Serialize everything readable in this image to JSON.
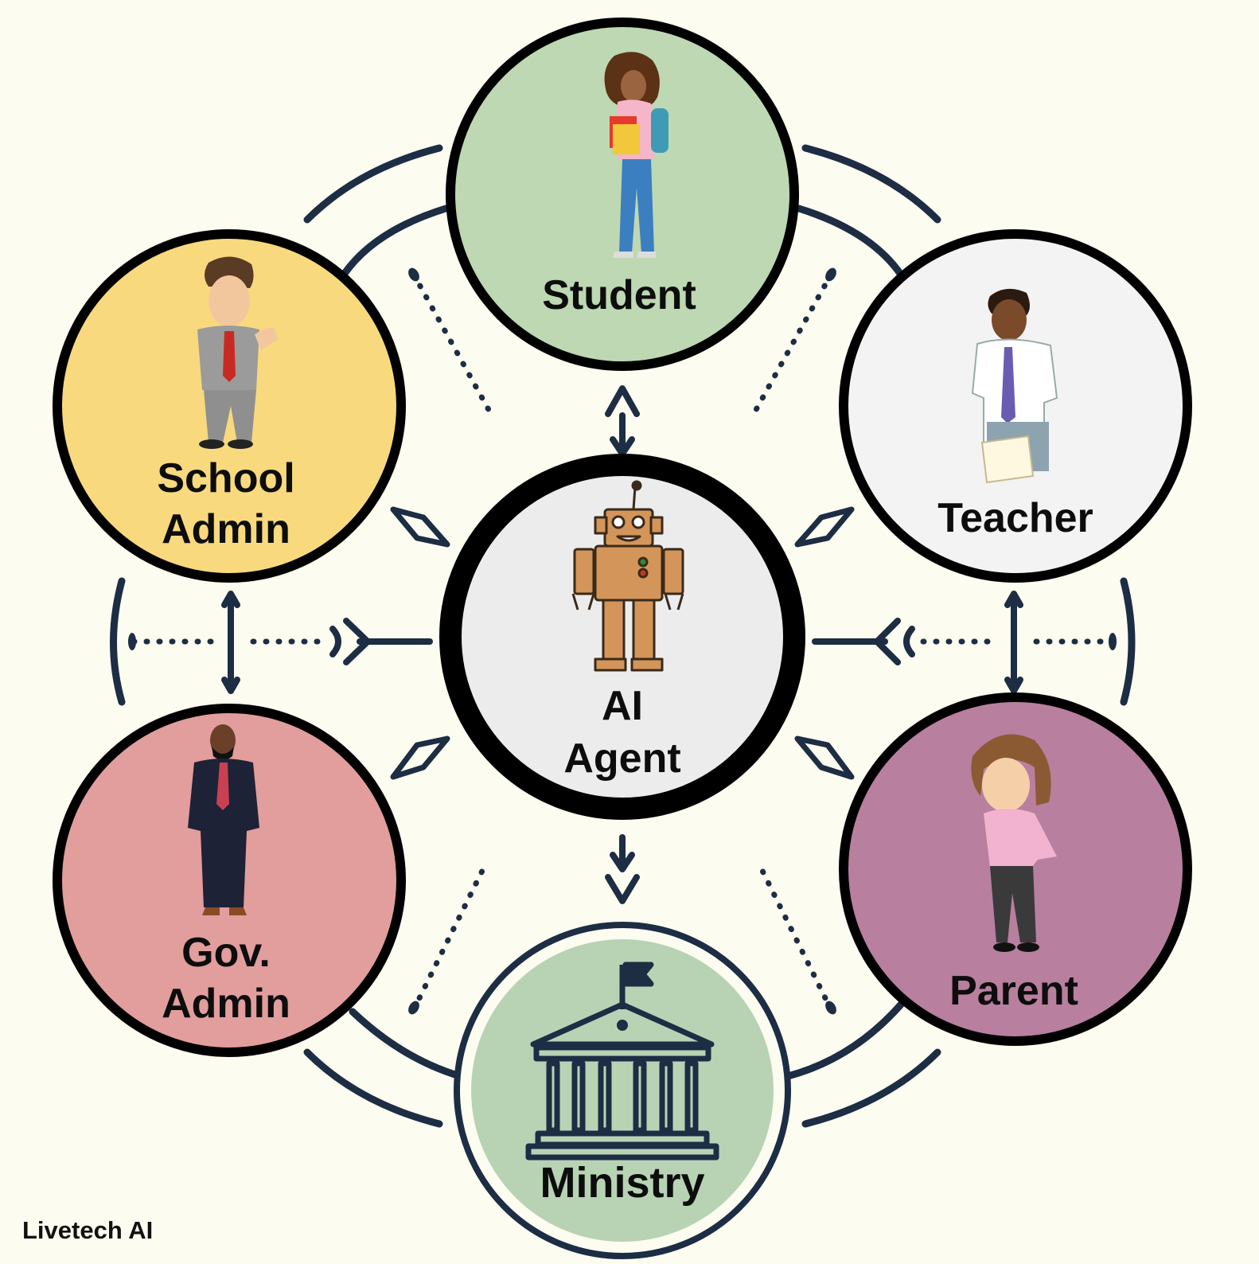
{
  "nodes": {
    "student": {
      "label": "Student",
      "color": "#bdd8b2"
    },
    "teacher": {
      "label": "Teacher",
      "color": "#f3f3f3"
    },
    "parent": {
      "label": "Parent",
      "color": "#b87f9f"
    },
    "ministry": {
      "label": "Ministry",
      "color": "#b7d3b4"
    },
    "gov_admin": {
      "label_line1": "Gov.",
      "label_line2": "Admin",
      "color": "#e29d9d"
    },
    "school_admin": {
      "label_line1": "School",
      "label_line2": "Admin",
      "color": "#f8d97d"
    },
    "ai_agent": {
      "label_line1": "AI",
      "label_line2": "Agent",
      "color": "#ececec"
    }
  },
  "colors": {
    "background": "#fdfcf0",
    "connector": "#1c2d44",
    "outline": "#000000"
  },
  "watermark": "Livetech AI"
}
